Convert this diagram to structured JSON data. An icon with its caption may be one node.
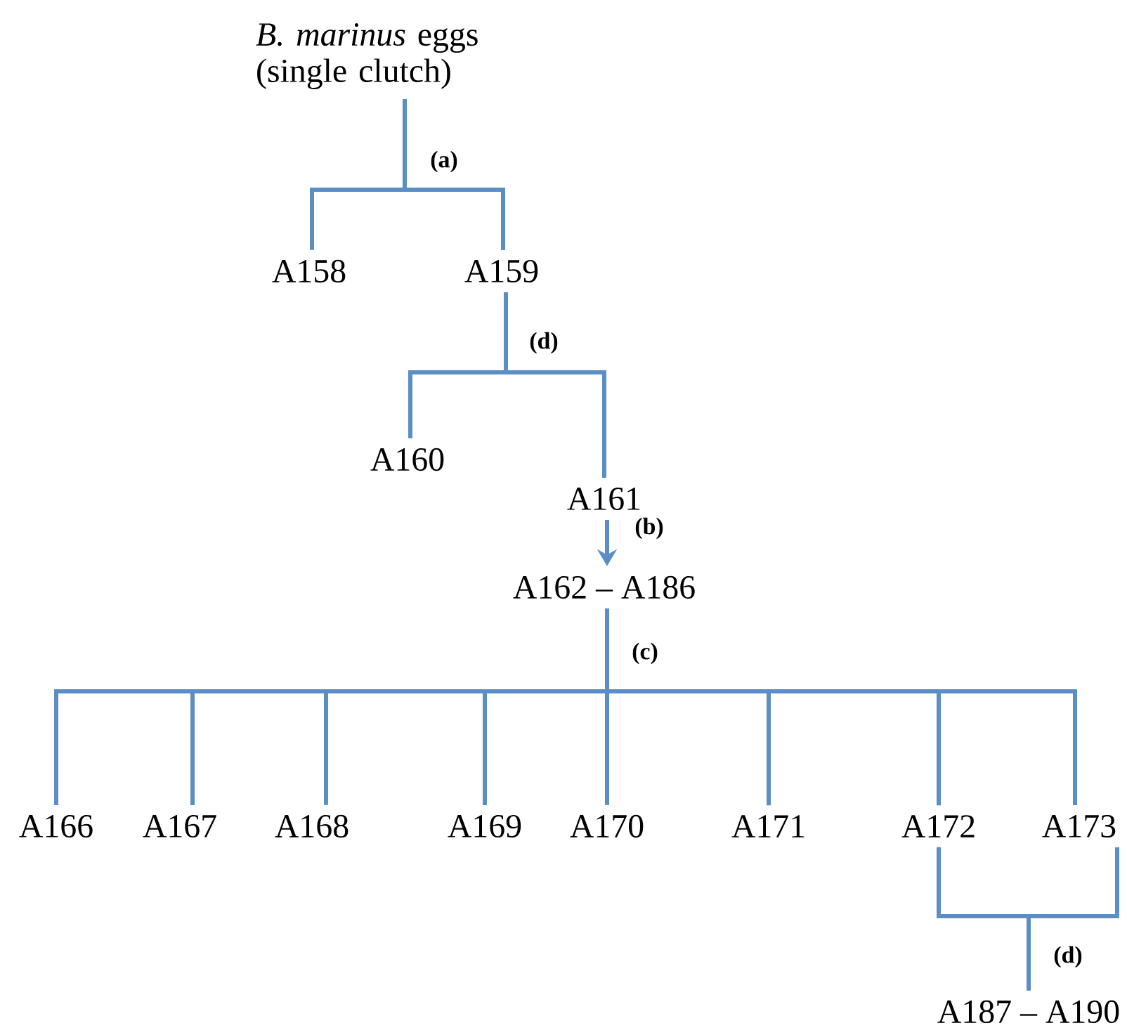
{
  "diagram": {
    "nodes": [
      {
        "text": [
          "*B. marinus* eggs (single clutch)"
        ]
      },
      {
        "text": [
          "A158"
        ]
      },
      {
        "text": [
          "A159"
        ]
      },
      {
        "text": [
          "A160"
        ]
      },
      {
        "text": [
          "A161"
        ]
      },
      {
        "text": [
          "A162 – A186"
        ]
      },
      {
        "text": [
          "A166"
        ]
      },
      {
        "text": [
          "A167"
        ]
      },
      {
        "text": [
          "A168"
        ]
      },
      {
        "text": [
          "A169"
        ]
      },
      {
        "text": [
          "A170"
        ]
      },
      {
        "text": [
          "A171"
        ]
      },
      {
        "text": [
          "A172"
        ]
      },
      {
        "text": [
          "A173"
        ]
      },
      {
        "text": [
          "A187 – A190"
        ]
      }
    ],
    "edges": [
      {
        "from": 0,
        "to": 1,
        "arrow": "none",
        "label": "(a)"
      },
      {
        "from": 0,
        "to": 2,
        "arrow": "none"
      },
      {
        "from": 2,
        "to": 3,
        "arrow": "none",
        "label": "(d)"
      },
      {
        "from": 2,
        "to": 4,
        "arrow": "none"
      },
      {
        "from": 4,
        "to": 5,
        "arrow": "to",
        "label": "(b)"
      },
      {
        "from": 5,
        "to": 6,
        "arrow": "none",
        "label": "(c)"
      },
      {
        "from": 5,
        "to": 7,
        "arrow": "none"
      },
      {
        "from": 5,
        "to": 8,
        "arrow": "none"
      },
      {
        "from": 5,
        "to": 9,
        "arrow": "none"
      },
      {
        "from": 5,
        "to": 10,
        "arrow": "none"
      },
      {
        "from": 5,
        "to": 11,
        "arrow": "none"
      },
      {
        "from": 5,
        "to": 12,
        "arrow": "none"
      },
      {
        "from": 5,
        "to": 13,
        "arrow": "none"
      },
      {
        "from": 12,
        "to": 14,
        "arrow": "none",
        "label": "(d)"
      },
      {
        "from": 13,
        "to": 14,
        "arrow": "none"
      }
    ]
  }
}
